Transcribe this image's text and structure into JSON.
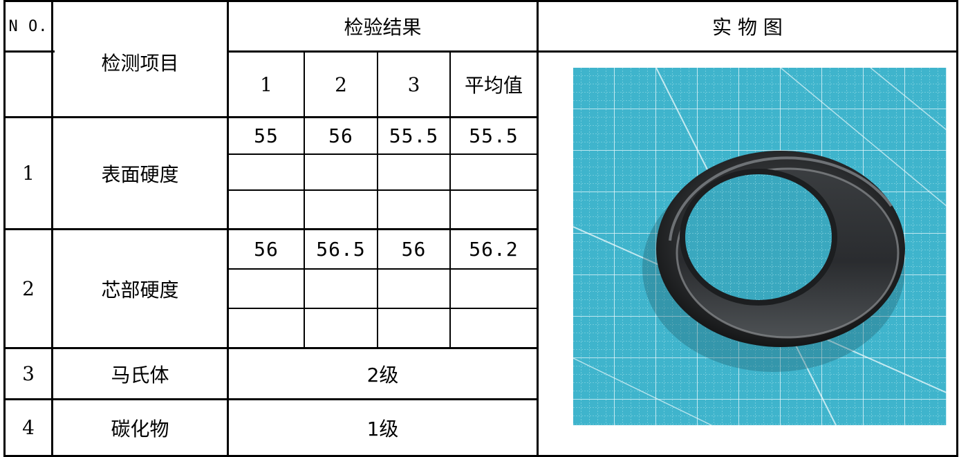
{
  "table": {
    "no_header": "N O.",
    "item_header": "检测项目",
    "results_header": "检验结果",
    "photo_header": "实 物 图",
    "sub_headers": [
      "1",
      "2",
      "3",
      "平均值"
    ],
    "rows": [
      {
        "no": "1",
        "item": "表面硬度",
        "values": [
          "55",
          "56",
          "55.5",
          "55.5"
        ]
      },
      {
        "no": "2",
        "item": "芯部硬度",
        "values": [
          "56",
          "56.5",
          "56",
          "56.2"
        ]
      },
      {
        "no": "3",
        "item": "马氏体",
        "result": "2级"
      },
      {
        "no": "4",
        "item": "碳化物",
        "result": "1级"
      }
    ]
  },
  "photo": {
    "icon": "metal-ring-photo",
    "mat_color": "#3fb4cc",
    "ring_color": "#2b2d2f"
  }
}
